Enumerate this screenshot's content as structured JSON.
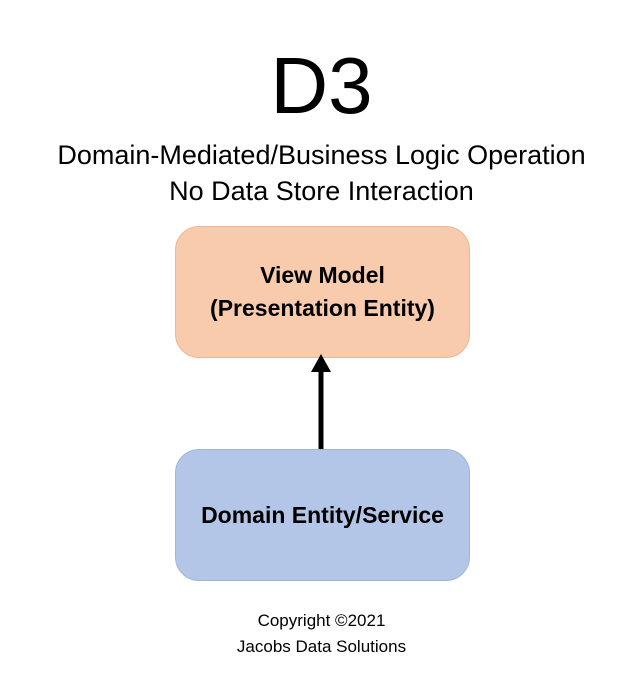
{
  "title": "D3",
  "subtitle": {
    "line1": "Domain-Mediated/Business Logic Operation",
    "line2": "No Data Store Interaction"
  },
  "nodes": {
    "view_model": {
      "line1": "View Model",
      "line2": "(Presentation Entity)",
      "color": "#f8cbad"
    },
    "domain": {
      "label": "Domain Entity/Service",
      "color": "#b4c6e7"
    }
  },
  "edge": {
    "from": "Domain Entity/Service",
    "to": "View Model"
  },
  "copyright": {
    "line1": "Copyright ©2021",
    "line2": "Jacobs Data Solutions"
  }
}
